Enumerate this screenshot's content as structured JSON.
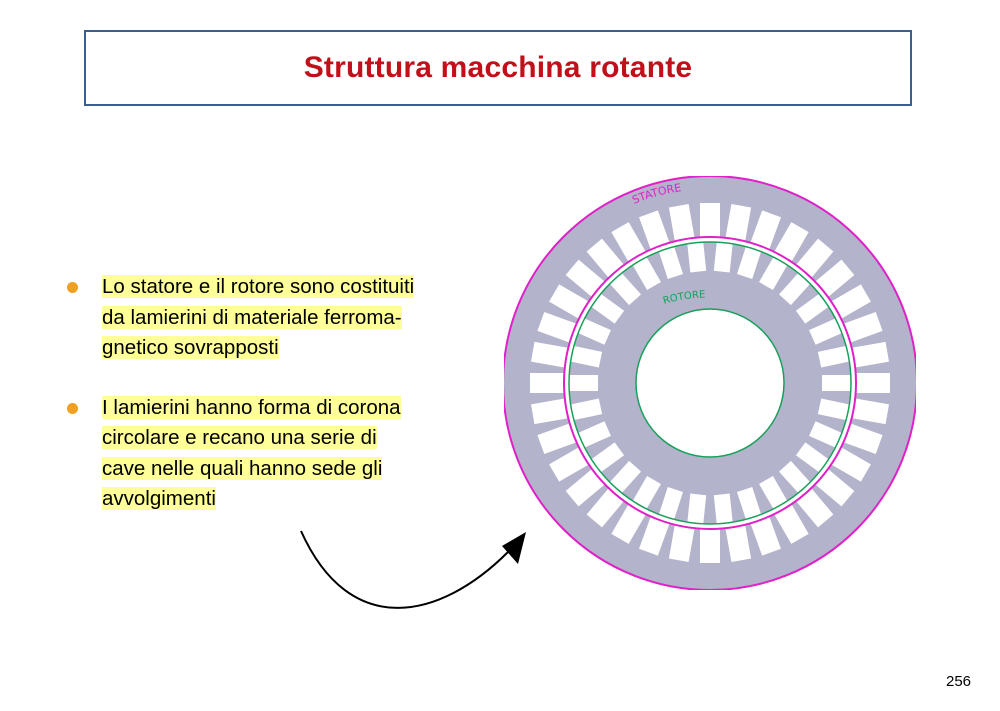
{
  "slide": {
    "title": "Struttura macchina rotante",
    "page_number": "256"
  },
  "bullets": [
    {
      "lines": [
        "Lo statore e il rotore sono costituiti",
        "da lamierini di materiale ferroma-",
        "gnetico sovrapposti"
      ]
    },
    {
      "lines": [
        "I lamierini hanno forma di corona",
        "circolare e recano una serie di",
        "cave nelle quali hanno sede gli",
        "avvolgimenti"
      ]
    }
  ],
  "figure": {
    "stator_label": "STATORE",
    "rotor_label": "ROTORE",
    "stator_slots": 36,
    "rotor_slots": 30,
    "colors": {
      "lamination": "#b4b3cc",
      "stator_outline": "#e020c8",
      "rotor_outline": "#18a05a",
      "stator_label": "#e020c8",
      "rotor_label": "#18a05a",
      "bullet": "#f0a020",
      "highlight": "#ffff99",
      "title": "#c0101a",
      "title_border": "#3a5f8f"
    }
  }
}
